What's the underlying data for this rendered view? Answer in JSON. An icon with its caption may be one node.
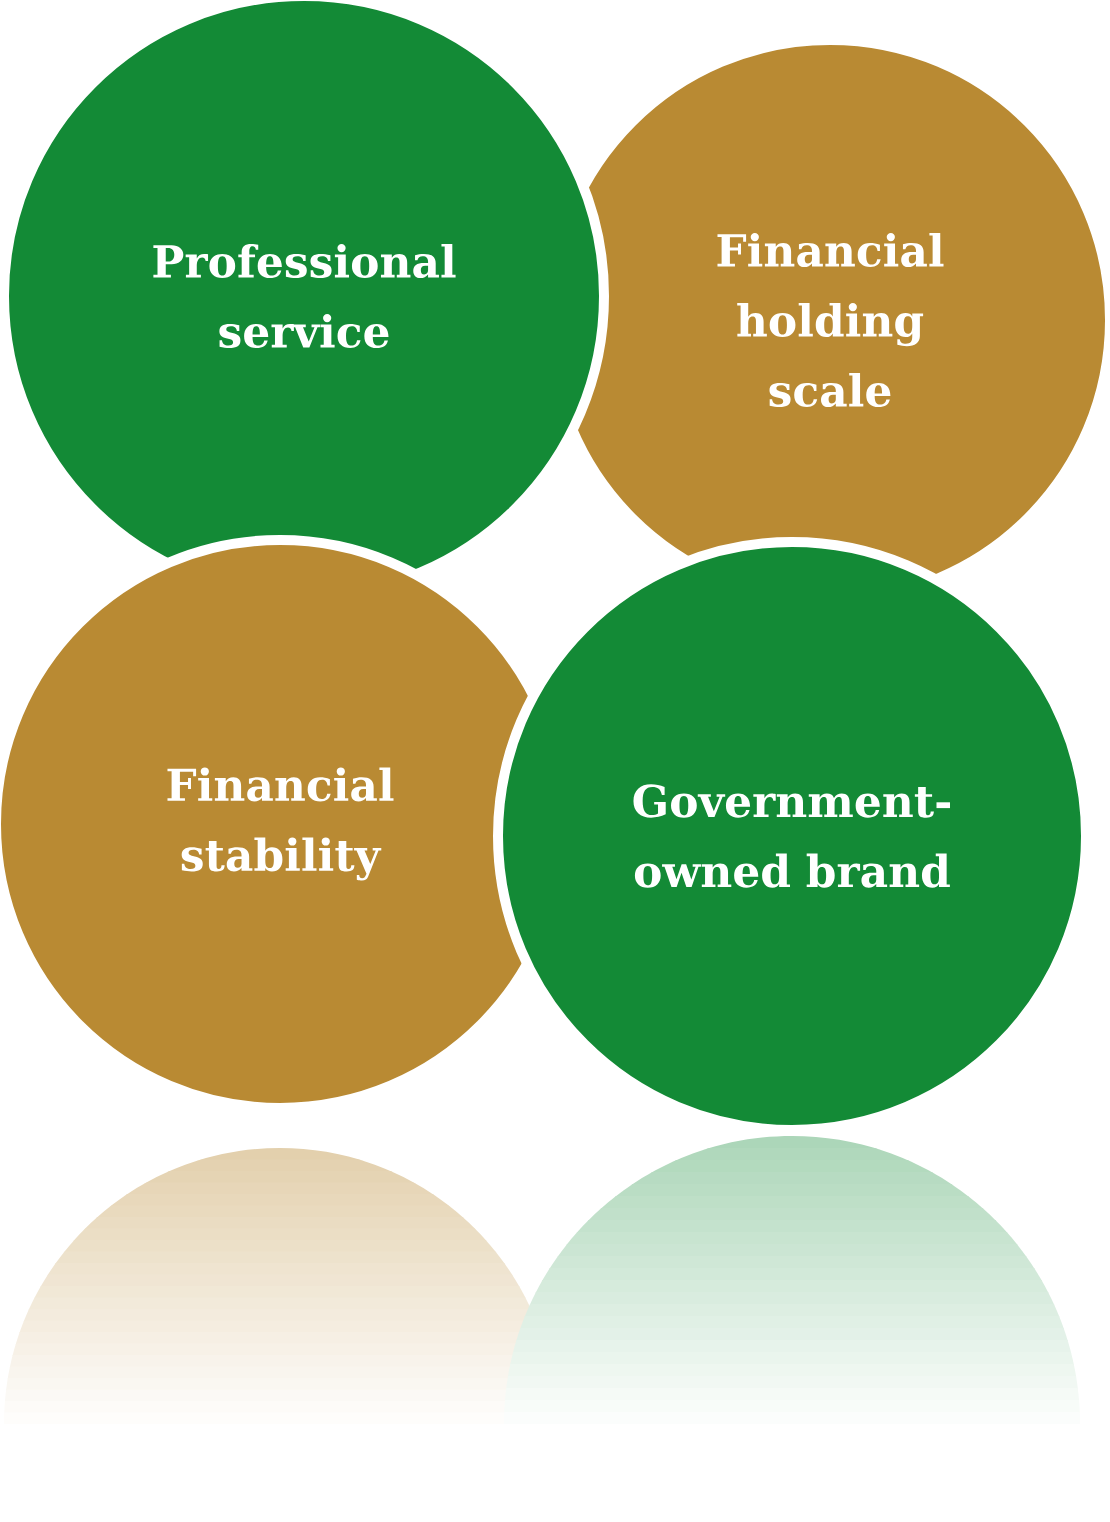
{
  "diagram": {
    "nodes": [
      {
        "text": [
          "Professional service"
        ]
      },
      {
        "text": [
          "Financial holding scale"
        ]
      },
      {
        "text": [
          "Financial stability"
        ]
      },
      {
        "text": [
          "Government-owned brand"
        ]
      }
    ]
  }
}
